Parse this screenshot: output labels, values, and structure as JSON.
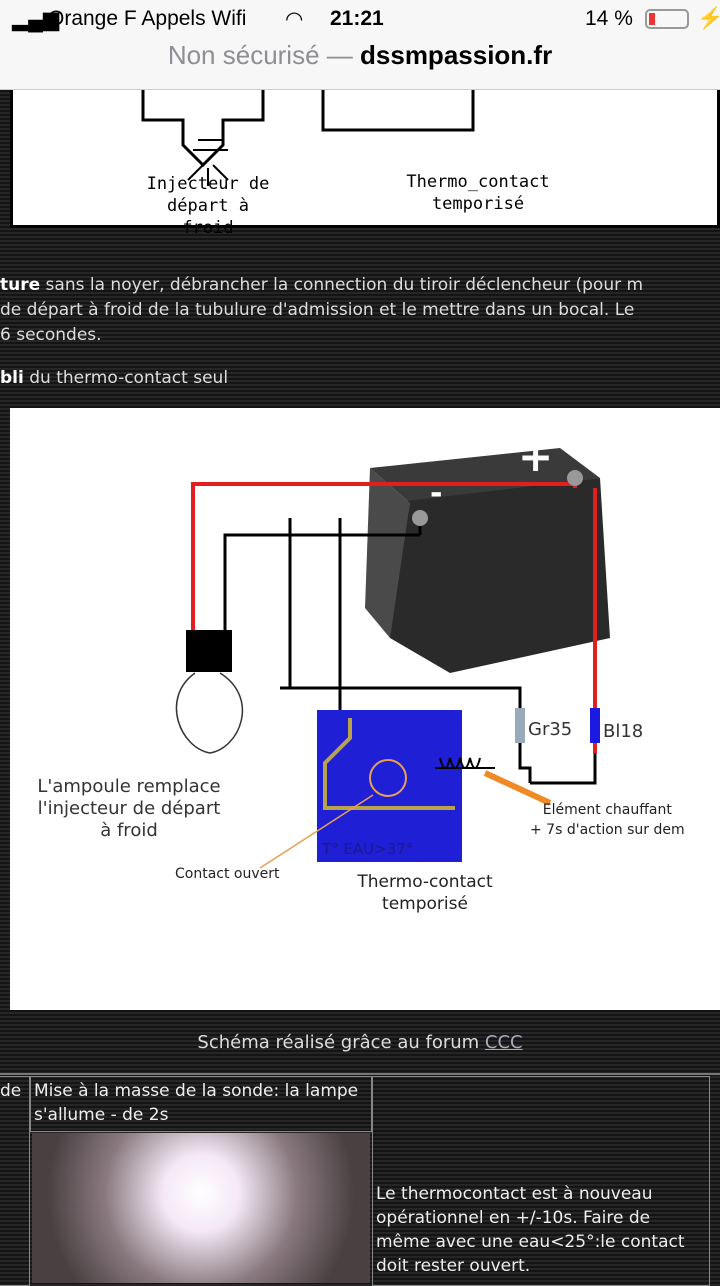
{
  "status": {
    "carrier": "Orange F Appels Wifi",
    "time": "21:21",
    "battery": "14 %"
  },
  "url": {
    "security": "Non sécurisé —",
    "domain": "dssmpassion.fr"
  },
  "top_image": {
    "label_left_1": "Injecteur de",
    "label_left_2": "départ à froid",
    "label_right_1": "Thermo_contact",
    "label_right_2": "temporisé"
  },
  "article": {
    "line1_bold": "ture",
    "line1": " sans la noyer, débrancher la connection du tiroir déclencheur (pour m",
    "line2": " de départ à froid de la tubulure d'admission et le mettre dans un bocal. Le",
    "line3": "6 secondes.",
    "line4_bold": "bli",
    "line4": " du thermo-contact seul"
  },
  "diagram": {
    "minus": "-",
    "plus": "+",
    "gr": "Gr35",
    "bl": "Bl18",
    "bulb_1": "L'ampoule remplace",
    "bulb_2": "l'injecteur de départ",
    "bulb_3": "à froid",
    "heat_1": "Elément chauffant",
    "heat_2": "+ 7s d'action sur dem",
    "contact": "Contact ouvert",
    "tc_1": "Thermo-contact",
    "tc_2": "temporisé",
    "eau": "T° EAU>37°"
  },
  "caption": {
    "text": "Schéma réalisé grâce au forum ",
    "link": "CCC"
  },
  "table": {
    "col0": "de",
    "col1": "Mise à la masse de la sonde: la lampe s'allume - de 2s",
    "col2": "Le thermocontact est à nouveau opérationnel en +/-10s. Faire de même avec une eau<25°:le contact doit rester ouvert."
  }
}
